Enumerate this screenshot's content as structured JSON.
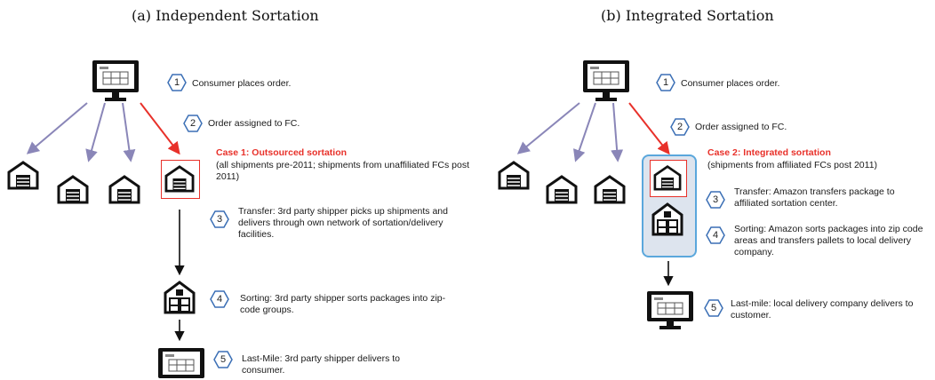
{
  "panel_a": {
    "title": "(a) Independent Sortation",
    "steps": [
      {
        "num": "1",
        "text": "Consumer places order."
      },
      {
        "num": "2",
        "text": "Order assigned to FC."
      },
      {
        "num": "3",
        "text": "Transfer: 3rd party shipper picks up shipments and delivers through own network of sortation/delivery facilities."
      },
      {
        "num": "4",
        "text": "Sorting: 3rd party shipper sorts packages into zip-code groups."
      },
      {
        "num": "5",
        "text": "Last-Mile: 3rd party shipper delivers to consumer."
      }
    ],
    "case_title": "Case 1: Outsourced sortation",
    "case_note": "(all shipments pre-2011; shipments from unaffiliated FCs post 2011)"
  },
  "panel_b": {
    "title": "(b) Integrated Sortation",
    "steps": [
      {
        "num": "1",
        "text": "Consumer places order."
      },
      {
        "num": "2",
        "text": "Order assigned to FC."
      },
      {
        "num": "3",
        "text": "Transfer: Amazon transfers package to affiliated sortation center."
      },
      {
        "num": "4",
        "text": "Sorting: Amazon sorts packages into zip code areas and transfers pallets to local delivery company."
      },
      {
        "num": "5",
        "text": "Last-mile: local delivery company delivers to customer."
      }
    ],
    "case_title": "Case 2: Integrated sortation",
    "case_note": "(shipments from affiliated FCs post 2011)"
  },
  "colors": {
    "highlight_red": "#e8312a",
    "arrow_purple": "#8a86b8",
    "hex_blue": "#3b6fb5",
    "box_blue": "#5aa7dc"
  },
  "icons": [
    "computer-monitor-icon",
    "warehouse-icon",
    "sortation-center-icon",
    "number-hexagon-icon"
  ]
}
